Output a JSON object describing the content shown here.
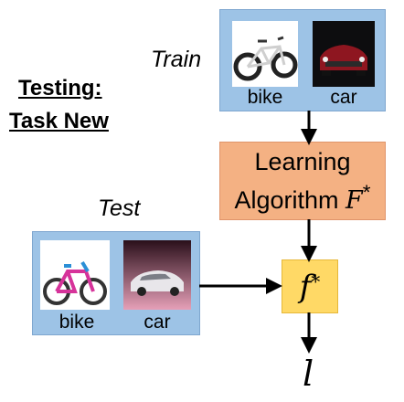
{
  "heading": {
    "line1": "Testing:",
    "line2": "Task New"
  },
  "train": {
    "label": "Train",
    "items": [
      {
        "caption": "bike",
        "image": "bike-image"
      },
      {
        "caption": "car",
        "image": "car-image"
      }
    ]
  },
  "test": {
    "label": "Test",
    "items": [
      {
        "caption": "bike",
        "image": "bike-image"
      },
      {
        "caption": "car",
        "image": "car-image"
      }
    ]
  },
  "algorithm": {
    "line1": "Learning",
    "line2_text": "Algorithm ",
    "symbol": "F",
    "star": "*"
  },
  "function": {
    "symbol": "f",
    "star": "*"
  },
  "output": {
    "symbol": "l"
  },
  "colors": {
    "panel": "#9dc3e6",
    "algorithm": "#f4b183",
    "function": "#ffd966"
  }
}
